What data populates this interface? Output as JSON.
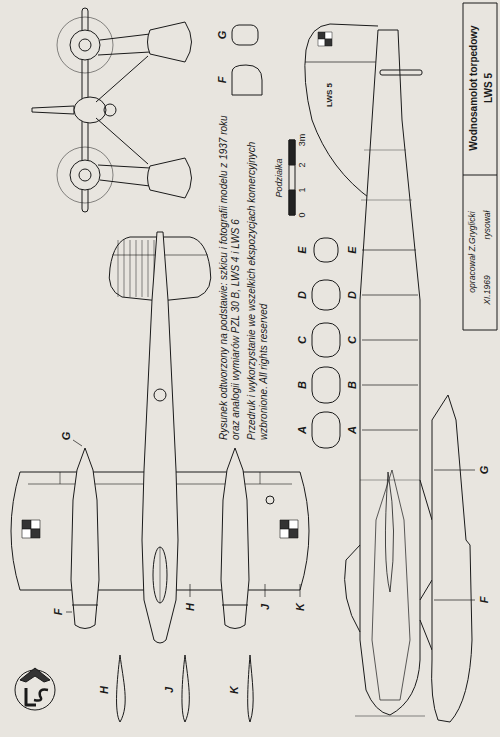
{
  "diagram": {
    "labels": [
      "Rysunek odtworzony na podstawie: szkicu i fotografii modelu z 1937 roku oraz analogii wymiarów PZL 30 B, LWS 4 i LWS 6",
      "Przedruk i wykorzystanie we wszelkich ekspozycjach komercyjnych wzbronione. All rights reserved",
      "Podziałka",
      "0",
      "1",
      "2",
      "3m",
      "Wodnosamolot torpedowy",
      "LWS 5",
      "opracował Z.Gryglicki",
      "rysował",
      "XI.1969",
      "LWS 5",
      "A",
      "A",
      "B",
      "B",
      "C",
      "C",
      "D",
      "D",
      "E",
      "E",
      "F",
      "F",
      "F",
      "G",
      "G",
      "G",
      "H",
      "H",
      "J",
      "J",
      "K",
      "K"
    ]
  }
}
